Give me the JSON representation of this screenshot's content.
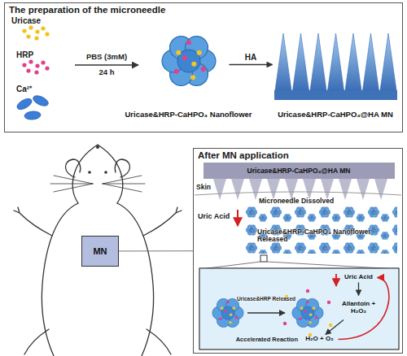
{
  "diagram": {
    "nodes": [
      {
        "text": [
          "The preparation of the microneedle"
        ]
      },
      {
        "text": [
          "Uricase&HRP-CaHPO₄ Nanoflower"
        ],
        "in": 0
      },
      {
        "text": [
          "Uricase&HRP-CaHPO₄@HA MN"
        ],
        "in": 0
      },
      {
        "text": [
          "MN"
        ]
      },
      {
        "text": [
          "After MN application"
        ]
      },
      {
        "text": [
          "Uricase&HRP-CaHPO₄@HA MN"
        ],
        "in": 4
      },
      {
        "text": [
          "Uric Acid"
        ],
        "in": 4
      },
      {
        "text": [
          "Allantoin + H₂O₂"
        ],
        "in": 4
      },
      {
        "text": [
          "H₂O + O₂"
        ],
        "in": 4
      }
    ],
    "edges": [
      {
        "from": 1,
        "to": 2,
        "label": "HA",
        "arrow": "to"
      },
      {
        "from": 3,
        "to": 4,
        "arrow": "none"
      },
      {
        "from": 6,
        "to": 7,
        "arrow": "to"
      },
      {
        "from": 7,
        "to": 8,
        "arrow": "to"
      },
      {
        "from": 8,
        "to": 6,
        "label": "Accelerated Reaction",
        "arrow": "to"
      }
    ],
    "labels": [
      "Uricase",
      "HRP",
      "Ca²⁺",
      "PBS (3mM)",
      "24 h",
      "Skin",
      "Microneedle Dissolved",
      "Uric Acid",
      "Uricase&HRP-CaHPO₄ Nanoflower Released",
      "Uricase&HRP Released"
    ]
  }
}
